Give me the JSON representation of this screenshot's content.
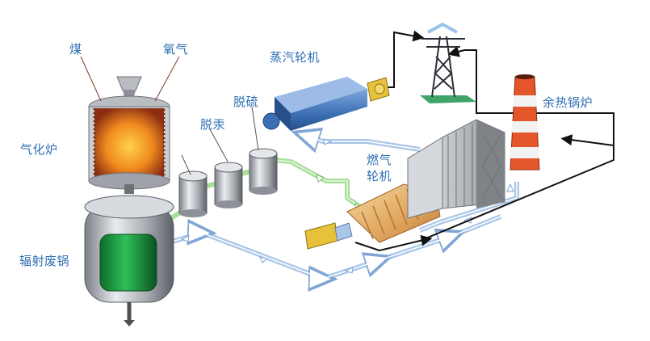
{
  "labels": {
    "coal": "煤",
    "oxygen": "氧气",
    "gasifier": "气化炉",
    "radiant_boiler": "辐射废锅",
    "desulfurization": "脱硫",
    "demercury": "脱汞",
    "steam_turbine": "蒸汽轮机",
    "gas_turbine_line1": "燃气",
    "gas_turbine_line2": "轮机",
    "hrsg": "余热锅炉"
  },
  "colors": {
    "label": "#2f6fb3",
    "pipe_blue": "#a9c6e8",
    "pipe_green": "#a6df9a",
    "line_black": "#111111",
    "turbine_gold": "#e7b06a",
    "steam_turbine_blue": "#3d6fb5",
    "chimney_orange": "#e4552a"
  }
}
